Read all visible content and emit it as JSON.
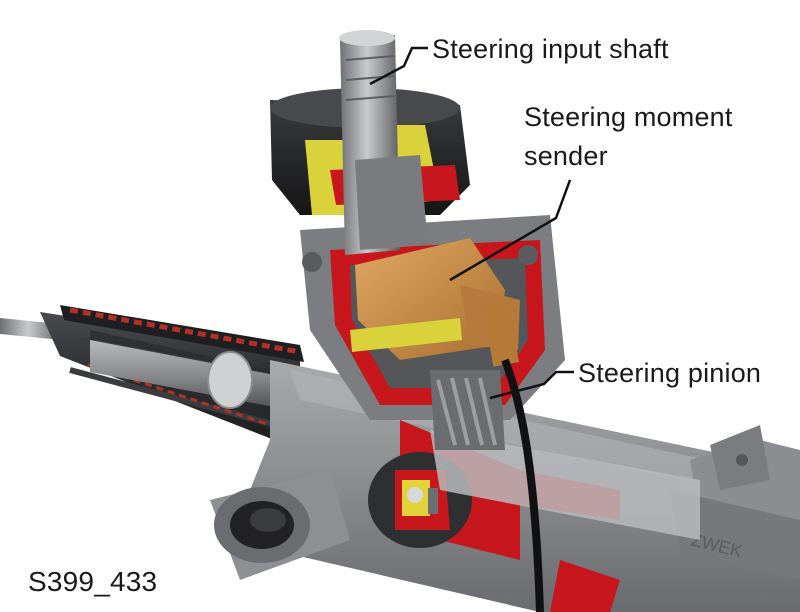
{
  "labels": {
    "input_shaft": "Steering input shaft",
    "moment_sender_line1": "Steering moment",
    "moment_sender_line2": "sender",
    "pinion": "Steering pinion"
  },
  "figure_code": "S399_433",
  "colors": {
    "cutaway_red": "#c8161d",
    "housing_grey": "#8e8f91",
    "sender_orange": "#c98c45",
    "rubber_black": "#2a2a2c",
    "yellow_seal": "#d9d23a"
  }
}
